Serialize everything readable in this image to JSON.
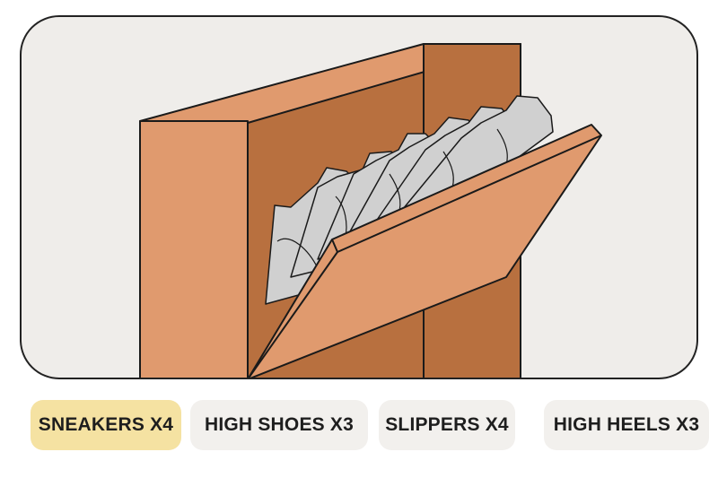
{
  "options": [
    {
      "label": "SNEAKERS X4",
      "selected": true
    },
    {
      "label": "HIGH SHOES X3",
      "selected": false
    },
    {
      "label": "SLIPPERS X4",
      "selected": false
    },
    {
      "label": "HIGH HEELS X3",
      "selected": false
    }
  ],
  "colors": {
    "cabinet_front": "#e09a6e",
    "cabinet_inside": "#b8703f",
    "shoe": "#d0d0d0",
    "selected_option": "#f5e2a2",
    "option_background": "#f2f0ed"
  }
}
